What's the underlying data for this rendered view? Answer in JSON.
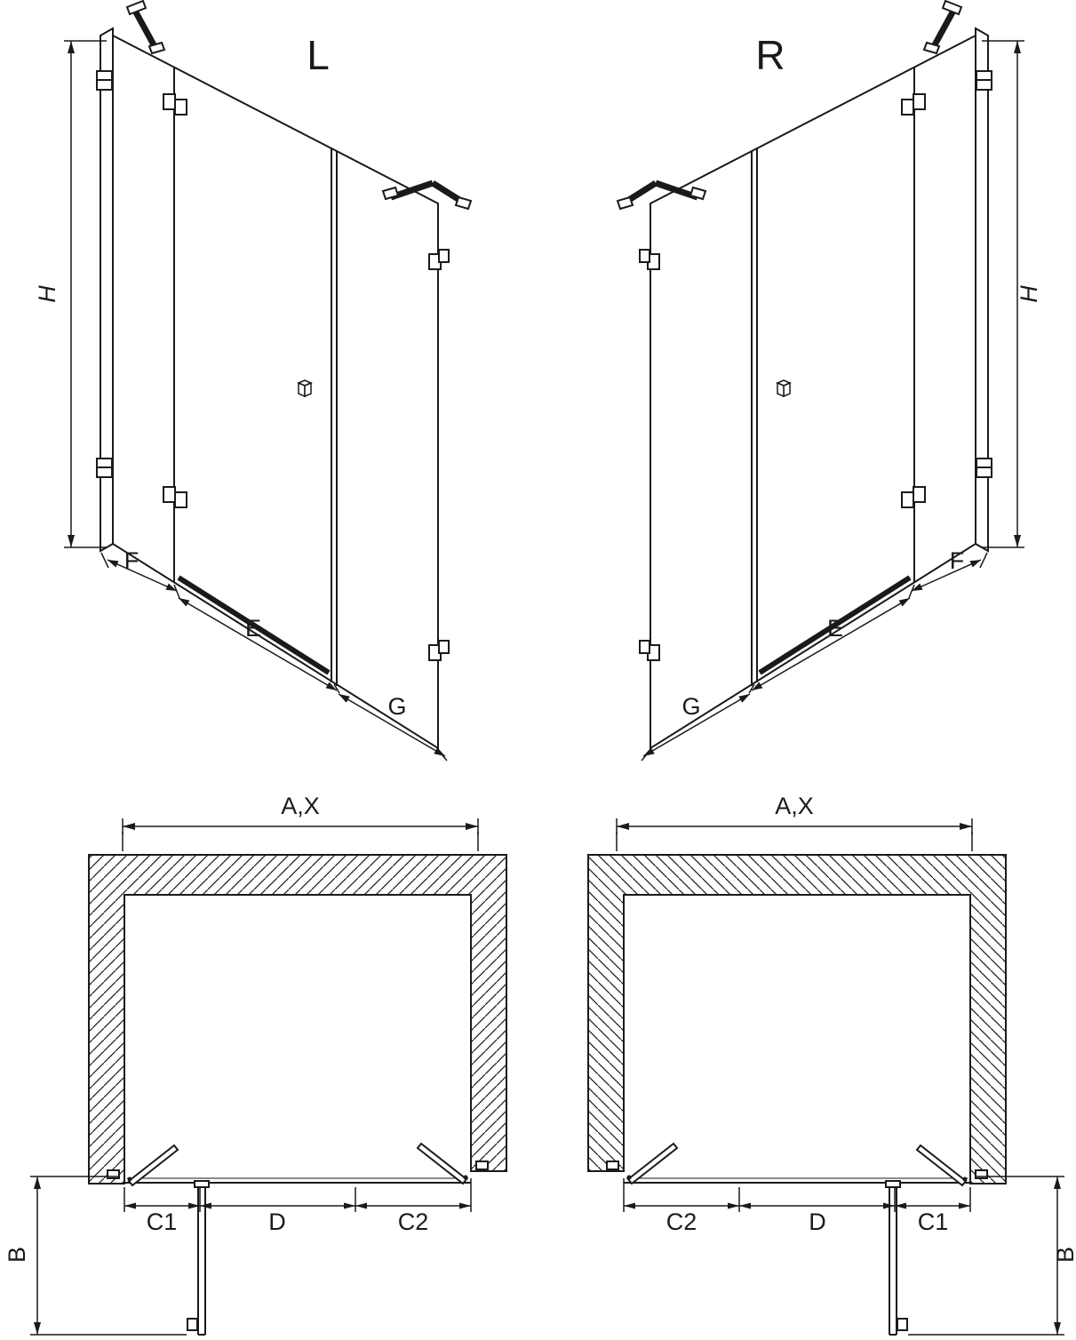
{
  "colors": {
    "line": "#1a1a1a",
    "background": "#ffffff"
  },
  "iso_left": {
    "title": "L",
    "height": "H",
    "widths": {
      "left": "F",
      "middle": "E",
      "right": "G"
    }
  },
  "iso_right": {
    "title": "R",
    "height": "H",
    "widths": {
      "left": "G",
      "middle": "E",
      "right": "F"
    }
  },
  "plan_left": {
    "width_total": "A,X",
    "depth": "B",
    "segments": {
      "left": "C1",
      "middle": "D",
      "right": "C2"
    }
  },
  "plan_right": {
    "width_total": "A,X",
    "depth": "B",
    "segments": {
      "left": "C2",
      "middle": "D",
      "right": "C1"
    }
  }
}
